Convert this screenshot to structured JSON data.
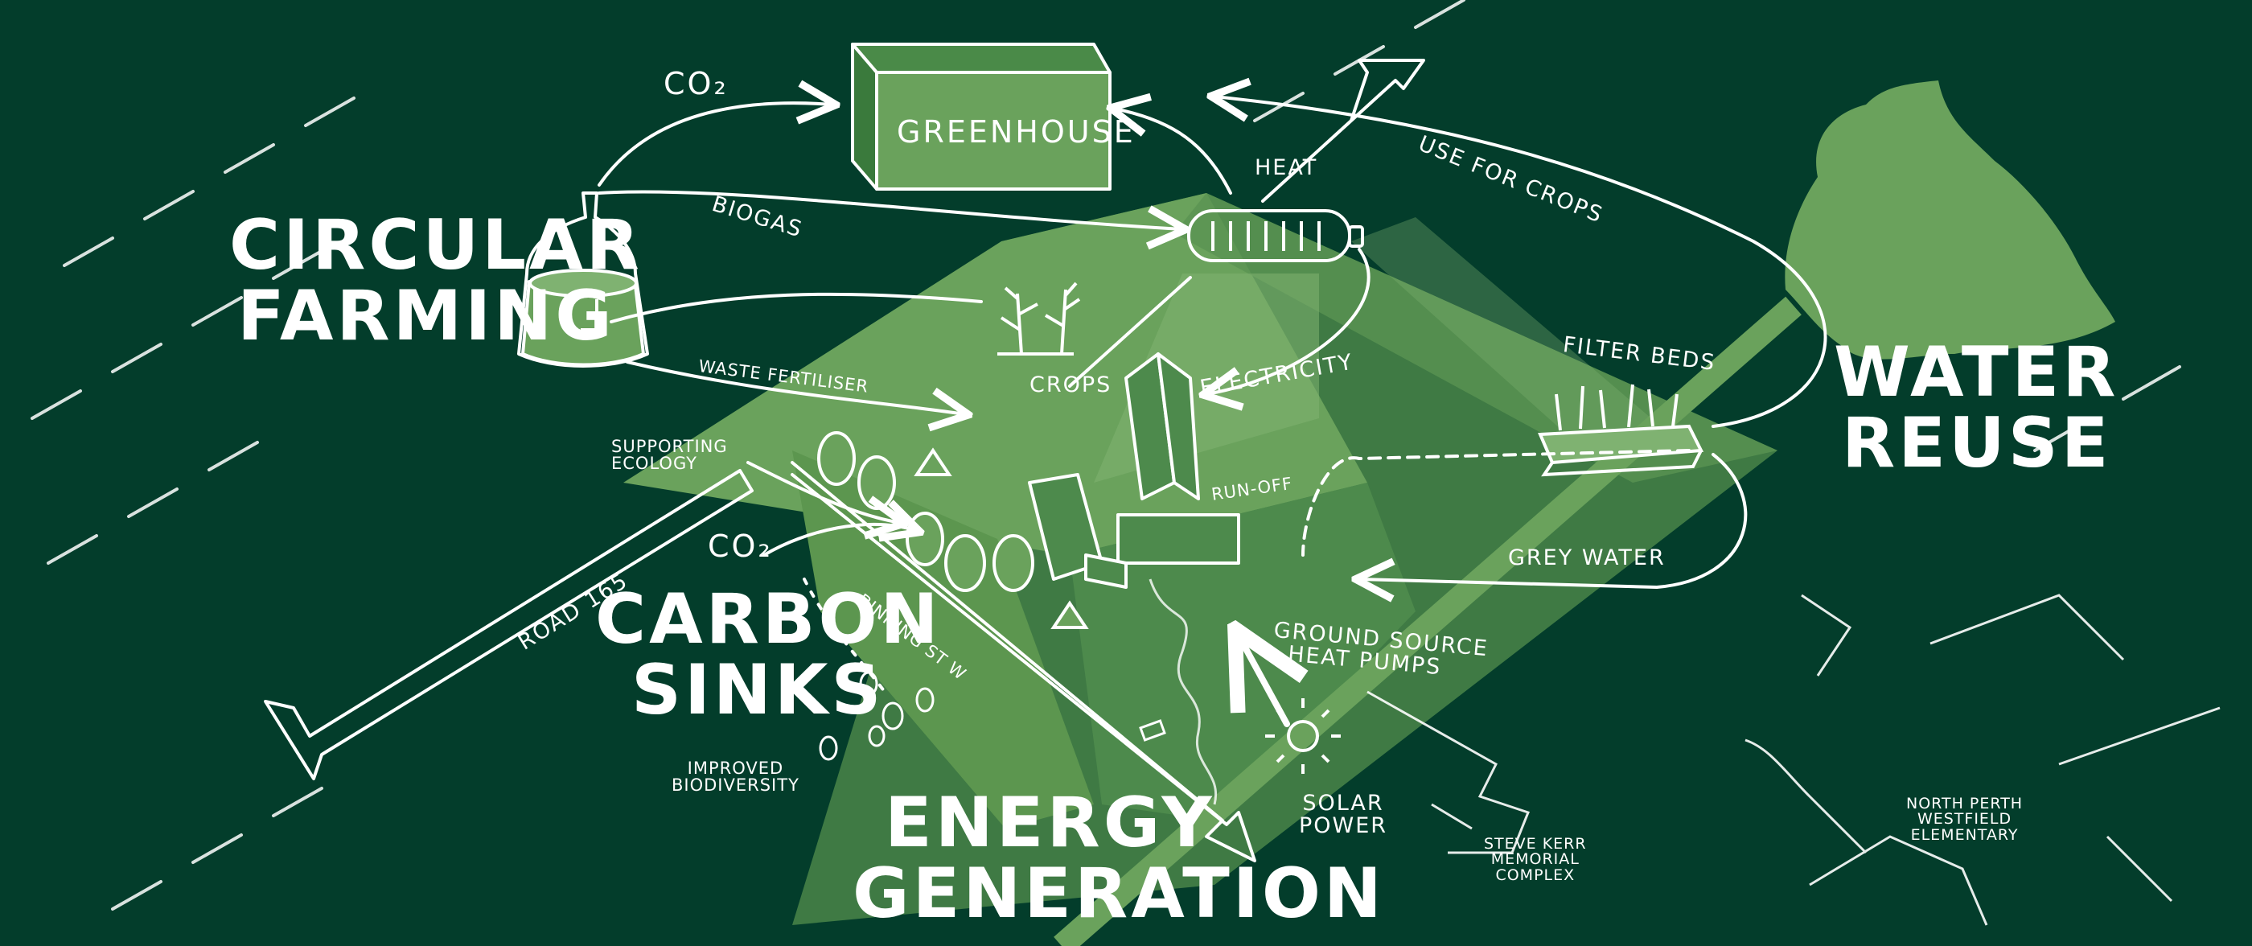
{
  "colors": {
    "background": "#033d2b",
    "site_light": "#6aa25c",
    "site_mid": "#4d8a4c",
    "site_dark": "#3f7a44",
    "water_body": "#6aa25c",
    "ink": "#ffffff"
  },
  "titles": {
    "circular_farming": [
      "CIRCULAR",
      "FARMING"
    ],
    "carbon_sinks": [
      "CARBON",
      "SINKS"
    ],
    "energy_generation": [
      "ENERGY",
      "GENERATION"
    ],
    "water_reuse": [
      "WATER",
      "REUSE"
    ]
  },
  "labels": {
    "greenhouse": "GREENHOUSE",
    "co2_top": "CO₂",
    "co2_bottom": "CO₂",
    "biogas": "BIOGAS",
    "heat": "HEAT",
    "use_for_crops": "USE FOR CROPS",
    "crops": "CROPS",
    "waste_fertiliser": "WASTE FERTILISER",
    "electricity": "ELECTRICITY",
    "filter_beds": "FILTER BEDS",
    "supporting_ecology": [
      "SUPPORTING",
      "ECOLOGY"
    ],
    "run_off": "RUN-OFF",
    "grey_water": "GREY WATER",
    "ground_source_heat_pumps": [
      "GROUND SOURCE",
      "HEAT PUMPS"
    ],
    "road_165": "ROAD 165",
    "binning_st_w": "BINNING ST W",
    "improved_biodiversity": [
      "IMPROVED",
      "BIODIVERSITY"
    ],
    "solar_power": [
      "SOLAR",
      "POWER"
    ],
    "steve_kerr": [
      "STEVE KERR",
      "MEMORIAL",
      "COMPLEX"
    ],
    "north_perth": [
      "NORTH PERTH",
      "WESTFIELD",
      "ELEMENTARY"
    ]
  },
  "icons": [
    "greenhouse-box-icon",
    "biodigester-tank-icon",
    "battery-icon",
    "crop-plant-icon",
    "filter-bed-icon",
    "tree-icon",
    "insect-icon",
    "sun-icon",
    "building-icon",
    "arrow-icon"
  ]
}
